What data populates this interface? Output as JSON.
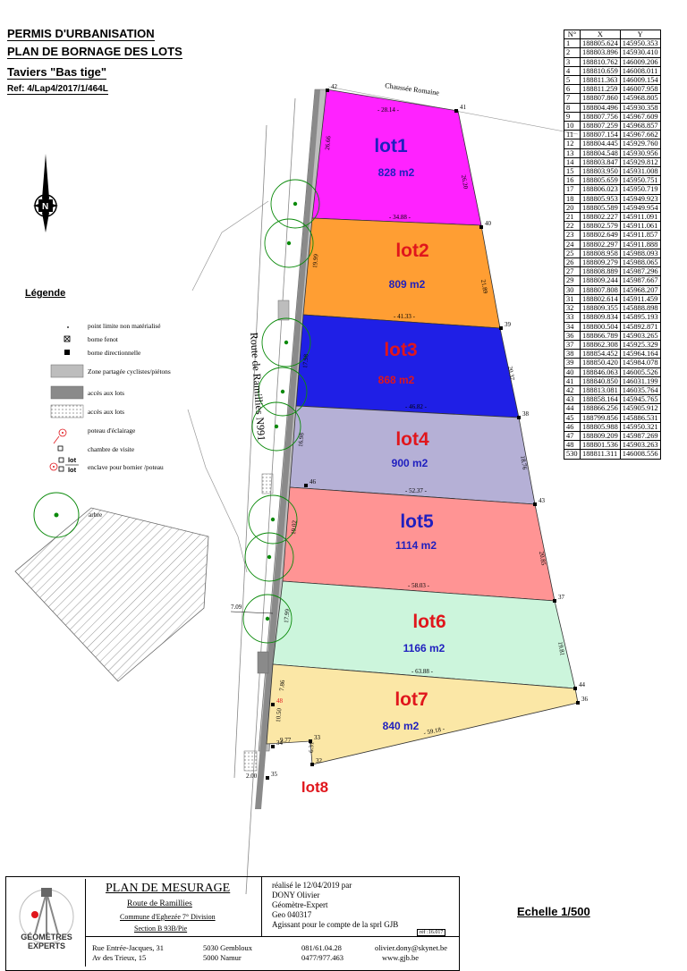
{
  "header": {
    "line1": "PERMIS D'URBANISATION",
    "line2": "PLAN DE BORNAGE DES LOTS",
    "line3": "Taviers \"Bas tige\"",
    "ref": "Ref: 4/Lap4/2017/1/464L"
  },
  "compass": {
    "label": "N",
    "icon": "north-arrow-icon"
  },
  "road_labels": {
    "chaussee": "Chaussée Romaine",
    "route": "Route de Ramillies  N991",
    "width_left": "7.09",
    "width_bottom": "2.00"
  },
  "lots": [
    {
      "name": "lot1",
      "area": "828 m2",
      "color": "#ff22ff",
      "name_color": "#1f1fbf",
      "area_color": "#1f1fbf"
    },
    {
      "name": "lot2",
      "area": "809 m2",
      "color": "#ff9e33",
      "name_color": "#e0161c",
      "area_color": "#1f1fbf"
    },
    {
      "name": "lot3",
      "area": "868 m2",
      "color": "#1f1fe6",
      "name_color": "#e0161c",
      "area_color": "#e0161c"
    },
    {
      "name": "lot4",
      "area": "900 m2",
      "color": "#b5b0d6",
      "name_color": "#e0161c",
      "area_color": "#1f1fbf"
    },
    {
      "name": "lot5",
      "area": "1114 m2",
      "color": "#ff9494",
      "name_color": "#1f1fbf",
      "area_color": "#1f1fbf"
    },
    {
      "name": "lot6",
      "area": "1166 m2",
      "color": "#ccf5dc",
      "name_color": "#e0161c",
      "area_color": "#1f1fbf"
    },
    {
      "name": "lot7",
      "area": "840 m2",
      "color": "#fbe7a6",
      "name_color": "#e0161c",
      "area_color": "#1f1fbf"
    },
    {
      "name": "lot8",
      "area": "",
      "color": "#ffffff",
      "name_color": "#e0161c",
      "area_color": "#1f1fbf"
    }
  ],
  "dimensions": {
    "d1": "- 28.14 -",
    "d2": "26.20",
    "d3": "- 34.88 -",
    "d4": "21.89",
    "d5": "- 41.33 -",
    "d6": "20.37",
    "d7": "- 46.82 -",
    "d8": "18.76",
    "d9": "- 52.37 -",
    "d10": "20.85",
    "d11": "- 58.03 -",
    "d12": "19.81",
    "d13": "- 63.88 -",
    "d14": "- 59.18 -",
    "w1": "26.66",
    "w2": "19.99",
    "w3": "17.98",
    "w4": "16.98",
    "w5": "19.02",
    "w6": "17.99",
    "w7": "10.50",
    "w8": "7.86",
    "w9": "9.77",
    "w10": "6.31"
  },
  "point_numbers": [
    "42",
    "41",
    "40",
    "39",
    "38",
    "43",
    "37",
    "44",
    "36",
    "33",
    "32",
    "34",
    "35",
    "48",
    "46"
  ],
  "legend": {
    "title": "Légende",
    "items": [
      {
        "label": "point limite non matérialisé",
        "icon": "dot-icon"
      },
      {
        "label": "borne fenot",
        "icon": "borne-fenot-icon"
      },
      {
        "label": "borne directionnelle",
        "icon": "borne-directionnelle-icon"
      },
      {
        "label": "Zone partagée cyclistes/piétons",
        "icon": "light-gray-swatch-icon"
      },
      {
        "label": "accès aux lots",
        "icon": "dark-gray-swatch-icon"
      },
      {
        "label": "accès aux lots",
        "icon": "dotted-swatch-icon"
      },
      {
        "label": "poteau d'éclairage",
        "icon": "lamp-post-icon"
      },
      {
        "label": "chambre de visite",
        "icon": "inspection-chamber-icon"
      },
      {
        "label": "enclave pour bornier /poteau",
        "icon": "enclave-icon"
      },
      {
        "label": "arbre",
        "icon": "tree-icon"
      }
    ],
    "enclave_label_top": "lot",
    "enclave_label_bottom": "lot"
  },
  "coord_table": {
    "headers": [
      "N°",
      "X",
      "Y"
    ],
    "rows": [
      [
        "1",
        "188805.624",
        "145950.353"
      ],
      [
        "2",
        "188803.896",
        "145930.410"
      ],
      [
        "3",
        "188810.762",
        "146009.206"
      ],
      [
        "4",
        "188810.659",
        "146008.011"
      ],
      [
        "5",
        "188811.363",
        "146009.154"
      ],
      [
        "6",
        "188811.259",
        "146007.958"
      ],
      [
        "7",
        "188807.860",
        "145968.805"
      ],
      [
        "8",
        "188804.496",
        "145930.358"
      ],
      [
        "9",
        "188807.756",
        "145967.609"
      ],
      [
        "10",
        "188807.259",
        "145968.857"
      ],
      [
        "11",
        "188807.154",
        "145967.662"
      ],
      [
        "12",
        "188804.445",
        "145929.760"
      ],
      [
        "13",
        "188804.548",
        "145930.956"
      ],
      [
        "14",
        "188803.847",
        "145929.812"
      ],
      [
        "15",
        "188803.950",
        "145931.008"
      ],
      [
        "16",
        "188805.659",
        "145950.751"
      ],
      [
        "17",
        "188806.023",
        "145950.719"
      ],
      [
        "18",
        "188805.953",
        "145949.923"
      ],
      [
        "20",
        "188805.589",
        "145949.954"
      ],
      [
        "21",
        "188802.227",
        "145911.091"
      ],
      [
        "22",
        "188802.579",
        "145911.061"
      ],
      [
        "23",
        "188802.649",
        "145911.857"
      ],
      [
        "24",
        "188802.297",
        "145911.888"
      ],
      [
        "25",
        "188808.958",
        "145988.093"
      ],
      [
        "26",
        "188809.279",
        "145988.065"
      ],
      [
        "27",
        "188808.889",
        "145987.296"
      ],
      [
        "29",
        "188809.244",
        "145987.667"
      ],
      [
        "30",
        "188807.808",
        "145968.207"
      ],
      [
        "31",
        "188802.614",
        "145911.459"
      ],
      [
        "32",
        "188809.355",
        "145888.898"
      ],
      [
        "33",
        "188809.834",
        "145895.193"
      ],
      [
        "34",
        "188800.504",
        "145892.871"
      ],
      [
        "36",
        "188866.789",
        "145903.265"
      ],
      [
        "37",
        "188862.308",
        "145925.329"
      ],
      [
        "38",
        "188854.452",
        "145964.164"
      ],
      [
        "39",
        "188850.420",
        "145984.078"
      ],
      [
        "40",
        "188846.063",
        "146005.526"
      ],
      [
        "41",
        "188840.850",
        "146031.199"
      ],
      [
        "42",
        "188813.081",
        "146035.764"
      ],
      [
        "43",
        "188858.164",
        "145945.765"
      ],
      [
        "44",
        "188866.256",
        "145905.912"
      ],
      [
        "45",
        "188799.856",
        "145886.531"
      ],
      [
        "46",
        "188805.988",
        "145950.321"
      ],
      [
        "47",
        "188809.209",
        "145987.269"
      ],
      [
        "48",
        "188801.536",
        "145903.263"
      ],
      [
        "530",
        "188811.311",
        "146008.556"
      ]
    ]
  },
  "footer": {
    "title": "PLAN DE MESURAGE",
    "subject": "Route de Ramillies",
    "commune": "Commune d'Eghezée 7° Division",
    "section": "Section B 93B/Pie",
    "realise": "réalisé le  12/04/2019  par",
    "author": "DONY Olivier",
    "role": "Géomètre-Expert",
    "geo": "Geo 040317",
    "agissant": "Agissant pour le compte de la sprl GJB",
    "ref": "réf :16.017",
    "addr1": "Rue Entrée-Jacques, 31",
    "city1": "5030 Gembloux",
    "tel1": "081/61.04.28",
    "email": "olivier.dony@skynet.be",
    "addr2": "Av des Trieux, 15",
    "city2": "5000 Namur",
    "tel2": "0477/977.463",
    "web": "www.gjb.be",
    "logo_text": "GÉOMÈTRES EXPERTS"
  },
  "scale": "Echelle 1/500"
}
